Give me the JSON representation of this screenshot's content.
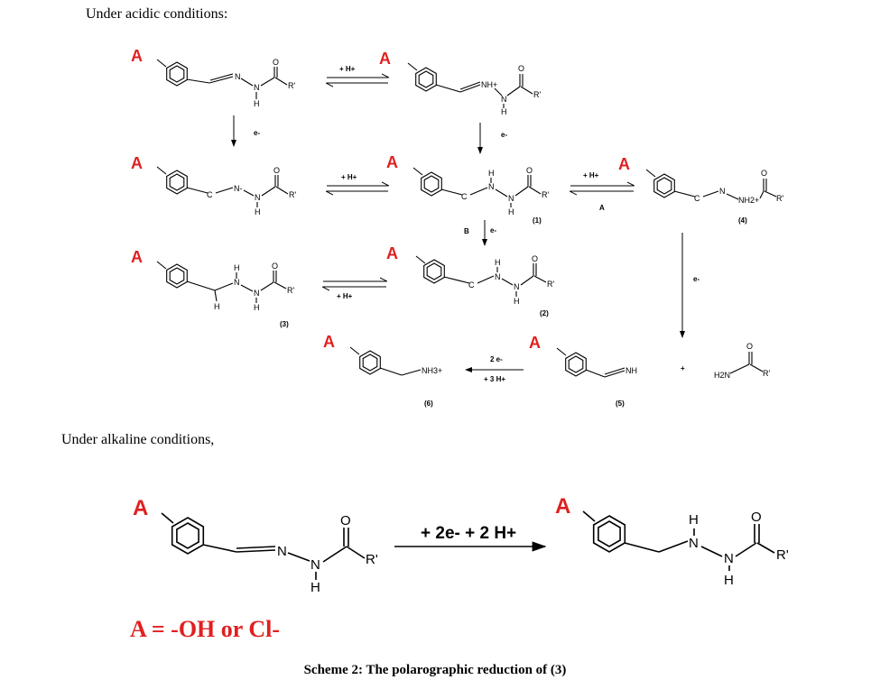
{
  "headings": {
    "acidic": "Under acidic conditions:",
    "alkaline": "Under alkaline conditions,"
  },
  "substituent_letter": "A",
  "substituent_color": "#e02020",
  "atoms": {
    "N": "N",
    "H": "H",
    "O": "O",
    "R": "R'",
    "C": "C",
    "NH_plus": "NH+",
    "N_minus": "N-",
    "NH2_plus": "NH2+",
    "NH": "NH",
    "NH3_plus": "NH3+",
    "H2N": "H2N"
  },
  "conditions": {
    "proton": "+ H+",
    "electron": "e-",
    "two_e": "2 e-",
    "three_h": "+ 3 H+",
    "path_A": "A",
    "path_B": "B",
    "plus": "+",
    "alk_main": "+ 2e- + 2 H+"
  },
  "compound_labels": {
    "c1": "(1)",
    "c2": "(2)",
    "c3": "(3)",
    "c4": "(4)",
    "c5": "(5)",
    "c6": "(6)"
  },
  "definition": "A = -OH or Cl-",
  "caption": "Scheme 2: The polarographic reduction of (3)"
}
